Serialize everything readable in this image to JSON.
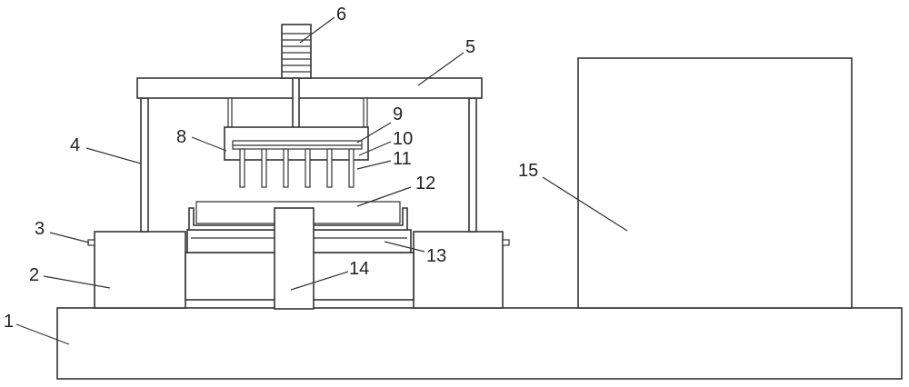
{
  "labels": {
    "l1": "1",
    "l2": "2",
    "l3": "3",
    "l4": "4",
    "l5": "5",
    "l6": "6",
    "l8": "8",
    "l9": "9",
    "l10": "10",
    "l11": "11",
    "l12": "12",
    "l13": "13",
    "l14": "14",
    "l15": "15"
  }
}
